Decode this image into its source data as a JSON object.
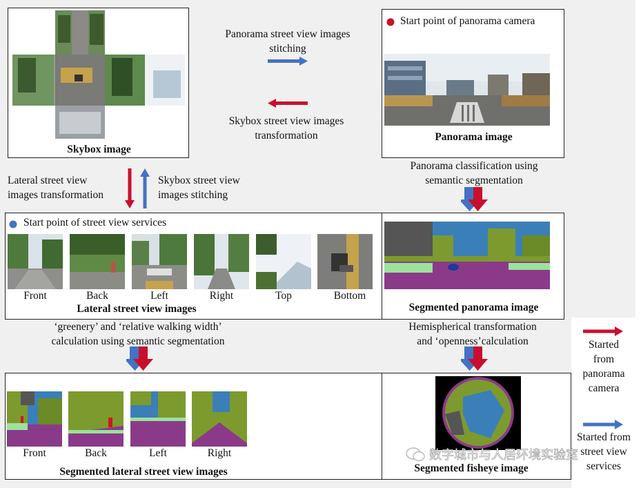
{
  "skybox": {
    "caption": "Skybox image"
  },
  "panorama": {
    "legend": "Start point of panorama camera",
    "caption": "Panorama image"
  },
  "arrows_top": {
    "stitch": [
      "Panorama street view images",
      "stitching"
    ],
    "transform": [
      "Skybox street view images",
      "transformation"
    ]
  },
  "middle_left": {
    "lateral": [
      "Lateral street view",
      "images transformation"
    ],
    "stitch": [
      "Skybox street view",
      "images stitching"
    ]
  },
  "classification": [
    "Panorama classification using",
    "semantic segmentation"
  ],
  "lateral": {
    "legend": "Start point of street view services",
    "caption": "Lateral street view images",
    "labels": [
      "Front",
      "Back",
      "Left",
      "Right",
      "Top",
      "Bottom"
    ]
  },
  "segmented_panorama": {
    "caption": "Segmented panorama image"
  },
  "greenery": [
    "‘greenery’ and ‘relative walking width’",
    "calculation using semantic segmentation"
  ],
  "hemispherical": [
    "Hemispherical transformation",
    "and ‘openness’calculation"
  ],
  "segmented_lateral": {
    "caption": "Segmented lateral street view images",
    "labels": [
      "Front",
      "Back",
      "Left",
      "Right"
    ]
  },
  "fisheye": {
    "caption": "Segmented fisheye image"
  },
  "legend": {
    "red": [
      "Started",
      "from",
      "panorama",
      "camera"
    ],
    "blue": [
      "Started from",
      "street view",
      "services"
    ]
  },
  "watermark": "数字城市与人居环境实验室",
  "colors": {
    "red": "#c8102e",
    "blue": "#4472c4",
    "border": "#222222",
    "background": "#f0f0f0"
  }
}
